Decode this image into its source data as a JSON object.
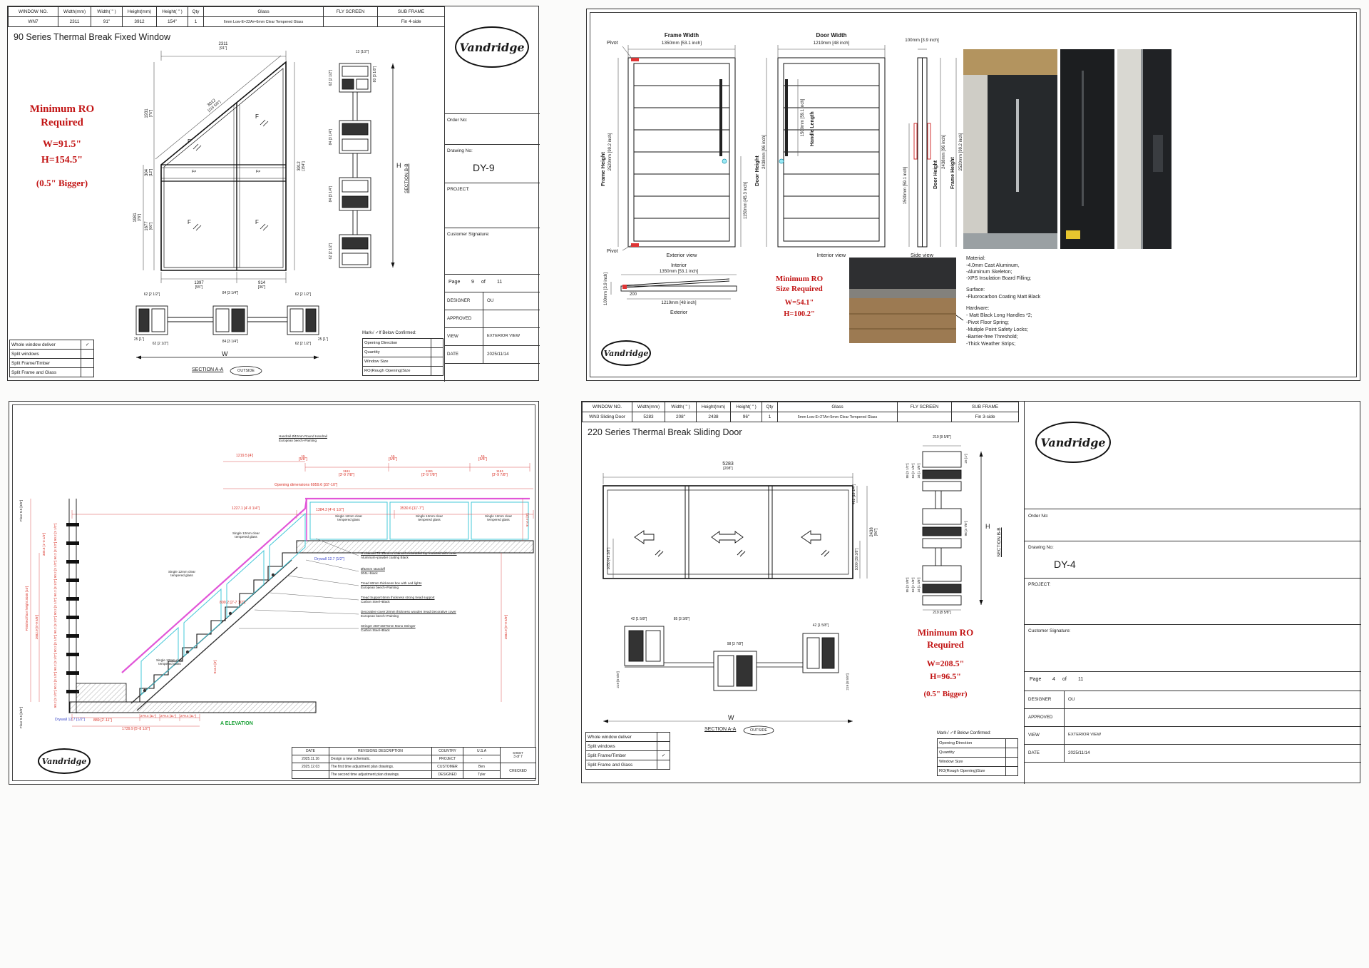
{
  "brand": "Vandridge",
  "s1": {
    "spec": {
      "headers": [
        "WINDOW NO.",
        "Width(mm)",
        "Width( \" )",
        "Height(mm)",
        "Height( \" )",
        "Qty",
        "Glass",
        "FLY SCREEN",
        "SUB FRAME"
      ],
      "row": [
        "WN7",
        "2311",
        "91\"",
        "3912",
        "154\"",
        "1",
        "6mm Low-E+22Ar+6mm Clear Tempered Glass",
        "",
        "Fin 4-side"
      ]
    },
    "title": "90 Series Thermal Break Fixed Window",
    "ro": {
      "l1": "Minimum RO",
      "l2": "Required",
      "l3": "W=91.5\"",
      "l4": "H=154.5\"",
      "l5": "(0.5\" Bigger)"
    },
    "dims": {
      "w": "2311",
      "w_in": "[91\"]",
      "diag": "3012",
      "diag_in": "[118 5/8\"]",
      "h1": "1931",
      "h1_in": "[76\"]",
      "h2": "304",
      "h2_in": "[12\"]",
      "h3": "1981",
      "h3_in": "[78\"]",
      "h4": "1677",
      "h4_in": "[66\"]",
      "h": "3912",
      "h_in": "[154\"]",
      "b1": "1397",
      "b1_in": "[55\"]",
      "b2": "914",
      "b2_in": "[36\"]"
    },
    "pane": "F",
    "pane_small": "F≠",
    "sec": {
      "d62": "62 [2 1/2\"]",
      "d84": "84 [3 1/4\"]",
      "d80": "80 [3 1/8\"]",
      "d13": "13 [1/2\"]",
      "d25": "25 [1\"]",
      "h": "H",
      "w": "W",
      "bb": "SECTION  B-B",
      "aa": "SECTION  A-A",
      "outside": "OUTSIDE"
    },
    "checklist": {
      "r1": "Whole window deliver",
      "r2": "Split windows",
      "r3": "Split Frame/Timber",
      "r4": "Split Frame and Glass",
      "check": "✓"
    },
    "tb": {
      "order": "Order No:",
      "drawing_label": "Drawing No:",
      "drawing_no": "DY-9",
      "project": "PROJECT:",
      "customer": "Customer Signature:",
      "page": "Page",
      "page_no": "9",
      "of": "of",
      "pages": "11",
      "designer": "DESIGNER",
      "designer_v": "OU",
      "approved": "APPROVED",
      "view": "VIEW",
      "view_v": "EXTERIOR VIEW",
      "date": "DATE",
      "date_v": "2025/11/14",
      "mark": "Mark√ ✓If Below Confirmed:",
      "c1": "Opening Direction",
      "c2": "Quantity",
      "c3": "Window Size",
      "c4": "RO(Rough Opening)Size"
    }
  },
  "s2": {
    "fw_label": "Frame Width",
    "fw": "1350mm [53.1 inch]",
    "dw_label": "Door Width",
    "dw": "1219mm [48 inch]",
    "sw": "100mm [3.9 inch]",
    "fh_label": "Frame Height",
    "fh": "2520mm [99.2 inch]",
    "dh_label": "Door Height",
    "dh": "2438mm [96 inch]",
    "hl_label": "Handle Length",
    "hl": "1500mm [59.1 inch]",
    "hh": "1150mm [45.3 inch]",
    "pivot": "Pivot",
    "ext_view": "Exterior view",
    "int_view": "Interior view",
    "side_view": "Side view",
    "interior": "Interior",
    "exterior": "Exterior",
    "d200": "200",
    "ro": {
      "l1": "Minimum RO",
      "l2": "Size Required",
      "l3": "W=54.1\"",
      "l4": "H=100.2\""
    },
    "mat": {
      "m0": "Material:",
      "m1": "-4.0mm Cast Aluminum,",
      "m2": "-Aluminum Skeleton;",
      "m3": "-XPS Insulation Board Filling;",
      "s0": "Surface:",
      "s1": "-Fluorocarbon Coating Matt Black",
      "h0": "Hardware:",
      "h1": "-  Matt Black Long Handles  *2;",
      "h2": "-Pivot Floor Spring;",
      "h3": "-Mutiple Point Safety Locks;",
      "h4": "-Barrier-free Threshold;",
      "h5": "-Thick Weather Strips;"
    }
  },
  "s3": {
    "note_handrail1": "Handrail Ø42mm Round Handrail",
    "note_handrail2": "European beech+Painting",
    "d15": "15",
    "d15f": "[5/8\"]",
    "d1161": "1161",
    "d1161f": "[3'-9 7/8\"]",
    "d1219": "1219.5 [4']",
    "opening": "Opening dimensions 6959.6",
    "openingf": "[22'-10\"]",
    "d914": "914.4 [3']",
    "d1227": "1227.1 [4'-0 1/4\"]",
    "d1384": "1384.3 [4'-6 1/2\"]",
    "d3530": "3530.6 [11'-7\"]",
    "glass1": "Single 12mm clear",
    "glass2": "tempered glass",
    "drywall": "Drywall 12.7",
    "drywallf": "[1/2\"]",
    "n1a": "U channel 74*15mm u channel embedded top mounted with cover",
    "n1b": "Aluminum+powder coating Black",
    "n2a": "Ø62mm standoff",
    "n2b": "304L+black",
    "n3a": "Tread 60mm thickness box with Led lights",
    "n3b": "European beech+Painting",
    "n4a": "Tread Support:6mm thickness strong tread support",
    "n4b": "Carbon Steel+Black",
    "n5a": "Decorative cover:20mm thickness wooden tread Decorative cover",
    "n5b": "European beech+Painting",
    "n6a": "Stringer 260*150*6mm Mono Stringer",
    "n6b": "Carbon Steel+Black",
    "d800": "800.2 [2'-7 1/2\"]",
    "d90": "90.2 [3 1/2\"]",
    "d305": "305.6 [1'-0 1/4\"]",
    "d2682": "2682.9 [8'-9 5/8\"]",
    "ffh": "Finished floor height 3048 [10']",
    "floor": "Floor 9.5 [3/8\"]",
    "d889": "889 [2'-11\"]",
    "d279": "279.4 [11\"]",
    "d1739": "1739.9 [5'-8 1/2\"]",
    "elev": "A ELEVATION",
    "rev": {
      "date_h": "DATE",
      "desc_h": "REVISIONS DESCRIPTION",
      "r1d": "2025.11.16",
      "r1": "Design a new schematic.",
      "r2d": "2025.12.03",
      "r2": "The first time adjustment plan drawings.",
      "r3d": "",
      "r3": "The second time adjustment plan drawings.",
      "country": "COUNTRY",
      "country_v": "U.S.A",
      "project": "PROJECT",
      "project_v": "-",
      "customer": "CUSTOMER",
      "customer_v": "Ben",
      "designed": "DESIGNED",
      "designed_v": "Tyler",
      "sheet": "SHEET",
      "sheet_v": "3 of 7",
      "checked": "CHECKED"
    }
  },
  "s4": {
    "spec": {
      "headers": [
        "WINDOW NO.",
        "Width(mm)",
        "Width( \" )",
        "Height(mm)",
        "Height( \" )",
        "Qty",
        "Glass",
        "FLY SCREEN",
        "SUB FRAME"
      ],
      "row": [
        "WN3  Sliding Door",
        "5283",
        "208\"",
        "2438",
        "96\"",
        "1",
        "5mm Low-E+27Ar+5mm Clear Tempered Glass",
        "",
        "Fin 3-side"
      ]
    },
    "title": "220 Series Thermal Break Sliding Door",
    "dims": {
      "w": "5283",
      "w_in": "[208\"]",
      "h": "2438",
      "h_in": "[96\"]",
      "d462": "462 [18 1/4\"]",
      "d1050": "1050 [41 3/8\"]",
      "d1000": "1000 [39 3/8\"]"
    },
    "sec": {
      "d219": "219 [8 5/8\"]",
      "d88": "88 [3 1/2\"]",
      "d53": "53 [2 1/8\"]",
      "d34": "34 [1 3/8\"]",
      "d85": "85 [3 3/8\"]",
      "d98": "98 [3 7/8\"]",
      "d42": "42 [1 5/8\"]",
      "d25": "25 [1\"]",
      "h": "H",
      "w": "W",
      "bb": "SECTION  B-B",
      "aa": "SECTION  A-A",
      "outside": "OUTSIDE"
    },
    "ro": {
      "l1": "Minimum RO",
      "l2": "Required",
      "l3": "W=208.5\"",
      "l4": "H=96.5\"",
      "l5": "(0.5\" Bigger)"
    },
    "checklist": {
      "r1": "Whole window deliver",
      "r2": "Split windows",
      "r3": "Split Frame/Timber",
      "r4": "Split Frame and Glass",
      "check": "✓"
    },
    "tb": {
      "order": "Order No:",
      "drawing_label": "Drawing No:",
      "drawing_no": "DY-4",
      "project": "PROJECT:",
      "customer": "Customer Signature:",
      "page": "Page",
      "page_no": "4",
      "of": "of",
      "pages": "11",
      "designer": "DESIGNER",
      "designer_v": "OU",
      "approved": "APPROVED",
      "view": "VIEW",
      "view_v": "EXTERIOR VIEW",
      "date": "DATE",
      "date_v": "2025/11/14",
      "mark": "Mark√ ✓If Below Confirmed:",
      "c1": "Opening Direction",
      "c2": "Quantity",
      "c3": "Window Size",
      "c4": "RO(Rough Opening)Size"
    }
  }
}
